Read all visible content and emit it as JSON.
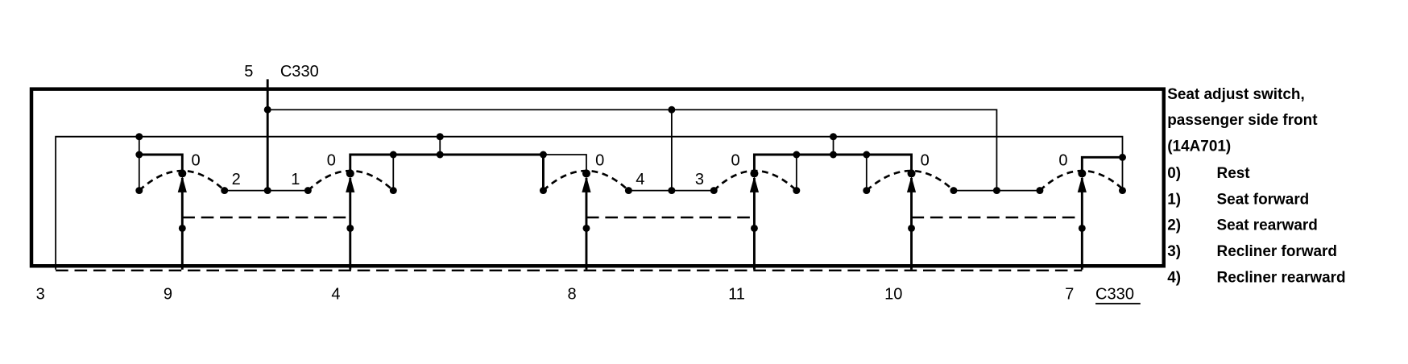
{
  "top_connector": {
    "pin": "5",
    "name": "C330"
  },
  "switch_positions": [
    "0",
    "2",
    "1",
    "0",
    "0",
    "4",
    "3",
    "0",
    "0",
    "0"
  ],
  "bottom_connector": {
    "pins": [
      "3",
      "9",
      "4",
      "8",
      "11",
      "10",
      "7"
    ],
    "name": "C330"
  },
  "legend": {
    "title": [
      "Seat adjust switch,",
      "passenger side front",
      "(14A701)"
    ],
    "items": [
      {
        "key": "0)",
        "label": "Rest"
      },
      {
        "key": "1)",
        "label": "Seat forward"
      },
      {
        "key": "2)",
        "label": "Seat rearward"
      },
      {
        "key": "3)",
        "label": "Recliner forward"
      },
      {
        "key": "4)",
        "label": "Recliner rearward"
      }
    ]
  }
}
